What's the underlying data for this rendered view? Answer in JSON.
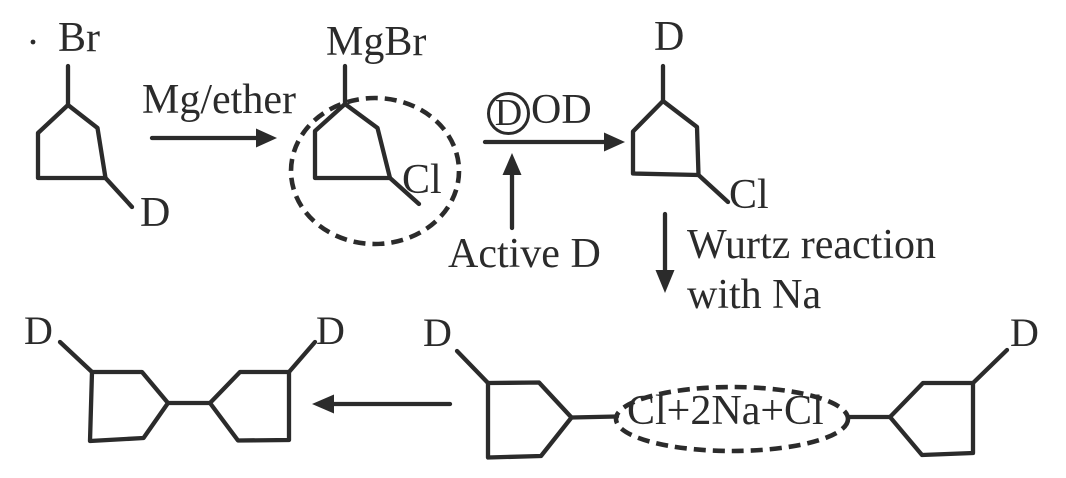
{
  "colors": {
    "ink": "#2b2b2b",
    "background": "#ffffff"
  },
  "molecules": {
    "start": {
      "top_substituent": "Br",
      "bottom_substituent": "D"
    },
    "grignard": {
      "top_substituent": "MgBr",
      "bottom_substituent": "Cl"
    },
    "deuterated": {
      "top_substituent": "D",
      "bottom_substituent": "Cl"
    },
    "wurtz_pair": {
      "left_substituent": "D",
      "coupling_text": "Cl+2Na+Cl",
      "right_substituent": "D"
    },
    "product": {
      "left_substituent": "D",
      "right_substituent": "D"
    }
  },
  "arrows": {
    "step1_reagent": "Mg/ether",
    "step2_reagent_circled": "D",
    "step2_reagent_rest": "OD",
    "step2_note": "Active D",
    "step3_line1": "Wurtz reaction",
    "step3_line2": "with Na"
  }
}
